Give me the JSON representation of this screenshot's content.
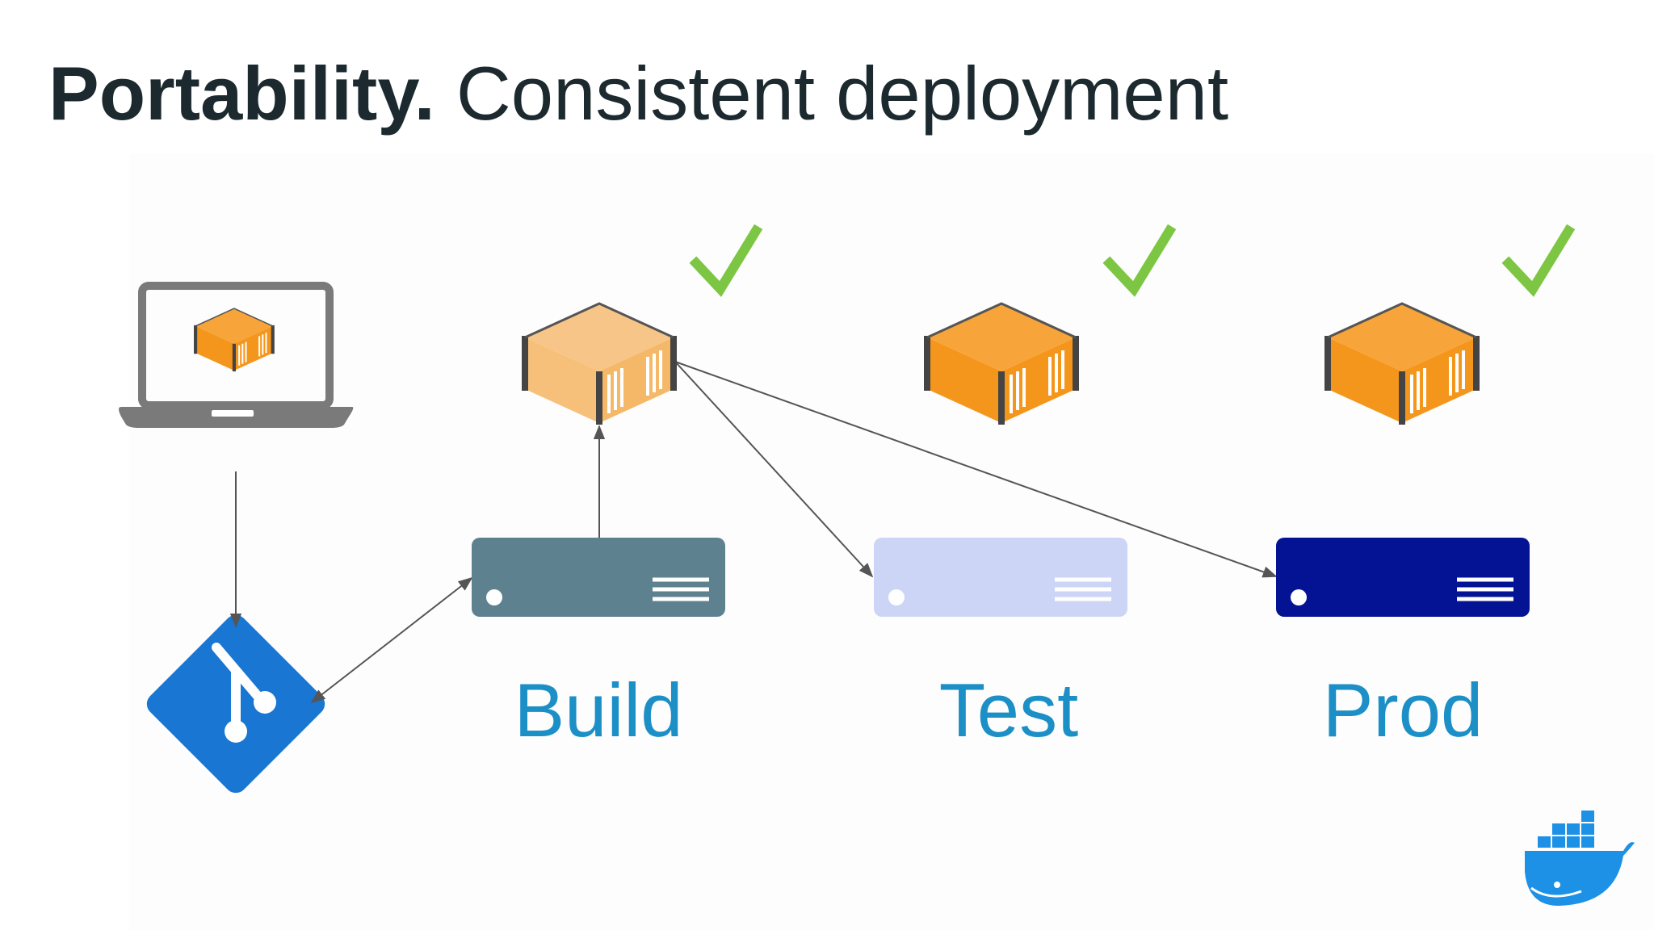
{
  "slide": {
    "title_bold": "Portability.",
    "title_rest": "Consistent deployment"
  },
  "stages": [
    {
      "label": "Build",
      "server_color": "#5e818f",
      "container_style": "light-orange",
      "checked": true
    },
    {
      "label": "Test",
      "server_color": "#ccd5f6",
      "container_style": "orange",
      "checked": true
    },
    {
      "label": "Prod",
      "server_color": "#031394",
      "container_style": "orange",
      "checked": true
    }
  ],
  "colors": {
    "label_blue": "#1b8fc6",
    "container_orange": "#f5961c",
    "container_light": "#f7c27e",
    "check_green": "#7cc644",
    "git_blue": "#1976d2",
    "docker_blue": "#1d91e6",
    "laptop_gray": "#7a7a7a",
    "arrow_gray": "#555555"
  },
  "icons": [
    "laptop-icon",
    "git-icon",
    "container-icon",
    "server-icon",
    "checkmark-icon",
    "docker-whale-icon"
  ]
}
